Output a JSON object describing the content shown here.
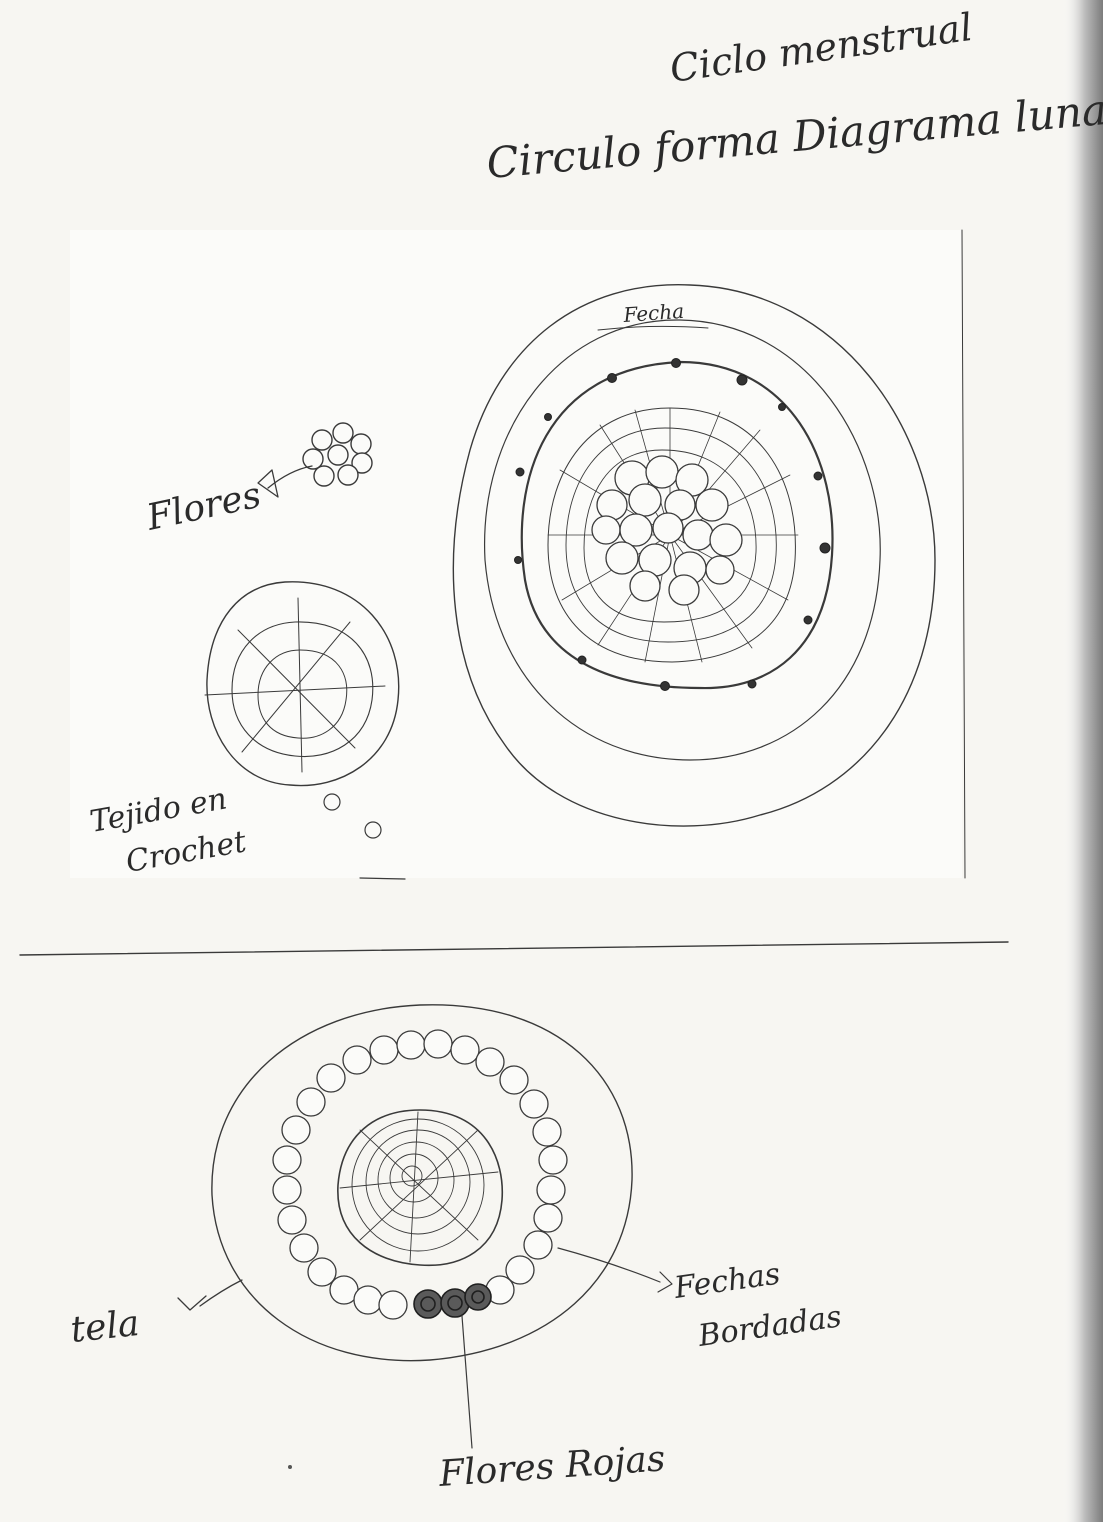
{
  "page": {
    "paper_color": "#f7f6f2",
    "binding_shadow_color": "#8a8a8a",
    "ink_color": "#3a3a3a"
  },
  "header": {
    "line1": "Ciclo menstrual",
    "line2": "Circulo forma Diagrama lunar"
  },
  "top_sketch": {
    "label_fecha": "Fecha",
    "label_flores": "Flores",
    "label_tejido_line1": "Tejido en",
    "label_tejido_line2": "Crochet"
  },
  "bottom_sketch": {
    "label_tela": "tela",
    "label_fechas_line1": "Fechas",
    "label_fechas_line2": "Bordadas",
    "label_flores_rojas": "Flores Rojas"
  }
}
